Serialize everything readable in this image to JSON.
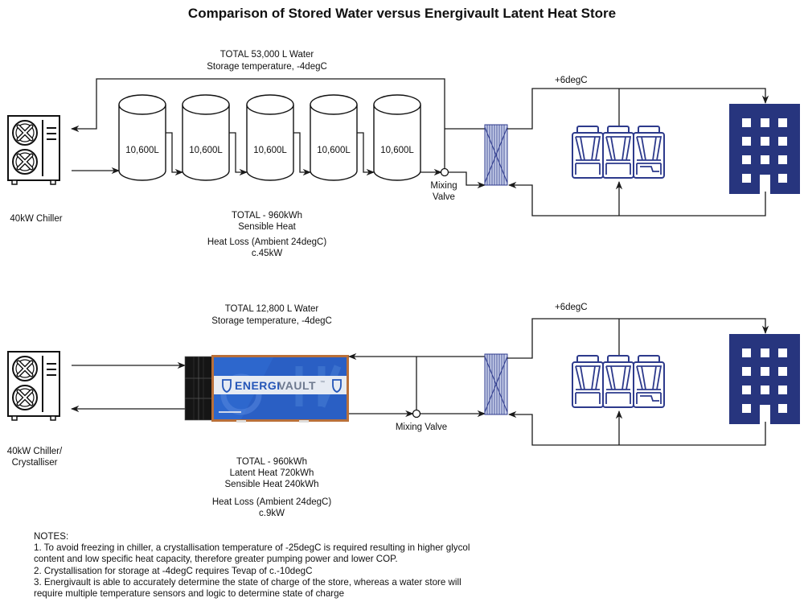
{
  "title": "Comparison of Stored Water versus Energivault Latent Heat Store",
  "colors": {
    "building": "#27357e",
    "equipment_outline": "#2d3a8c",
    "hx_fill": "#c9d0ea",
    "vault_blue": "#2a5fc4",
    "vault_frame": "#b9703a",
    "line": "#1a1a1a"
  },
  "water_system": {
    "header_line1": "TOTAL 53,000 L Water",
    "header_line2": "Storage temperature, -4degC",
    "chiller_label": "40kW Chiller",
    "tanks": [
      {
        "label": "10,600L"
      },
      {
        "label": "10,600L"
      },
      {
        "label": "10,600L"
      },
      {
        "label": "10,600L"
      },
      {
        "label": "10,600L"
      }
    ],
    "mixing_valve_line1": "Mixing",
    "mixing_valve_line2": "Valve",
    "supply_temp": "+6degC",
    "summary_line1": "TOTAL - 960kWh",
    "summary_line2": "Sensible Heat",
    "loss_line1": "Heat Loss (Ambient 24degC)",
    "loss_line2": "c.45kW"
  },
  "vault_system": {
    "header_line1": "TOTAL 12,800 L Water",
    "header_line2": "Storage temperature, -4degC",
    "chiller_line1": "40kW Chiller/",
    "chiller_line2": "Crystalliser",
    "vault_brand_a": "ENERGI",
    "vault_brand_b": "VAULT",
    "vault_tm": "™",
    "mixing_valve": "Mixing Valve",
    "supply_temp": "+6degC",
    "summary_line1": "TOTAL - 960kWh",
    "summary_line2": "Latent Heat 720kWh",
    "summary_line3": "Sensible Heat 240kWh",
    "loss_line1": "Heat Loss (Ambient 24degC)",
    "loss_line2": "c.9kW"
  },
  "notes": {
    "heading": "NOTES:",
    "lines": [
      "1. To avoid freezing in chiller, a crystallisation temperature of -25degC is required resulting in higher glycol",
      "content and low specific heat capacity, therefore greater pumping power and lower COP.",
      "2. Crystallisation for storage at -4degC requires Tevap of c.-10degC",
      "3. Energivault is able to accurately determine the state of charge of the store, whereas a water store will",
      "require multiple temperature sensors and logic to determine state of charge"
    ]
  }
}
